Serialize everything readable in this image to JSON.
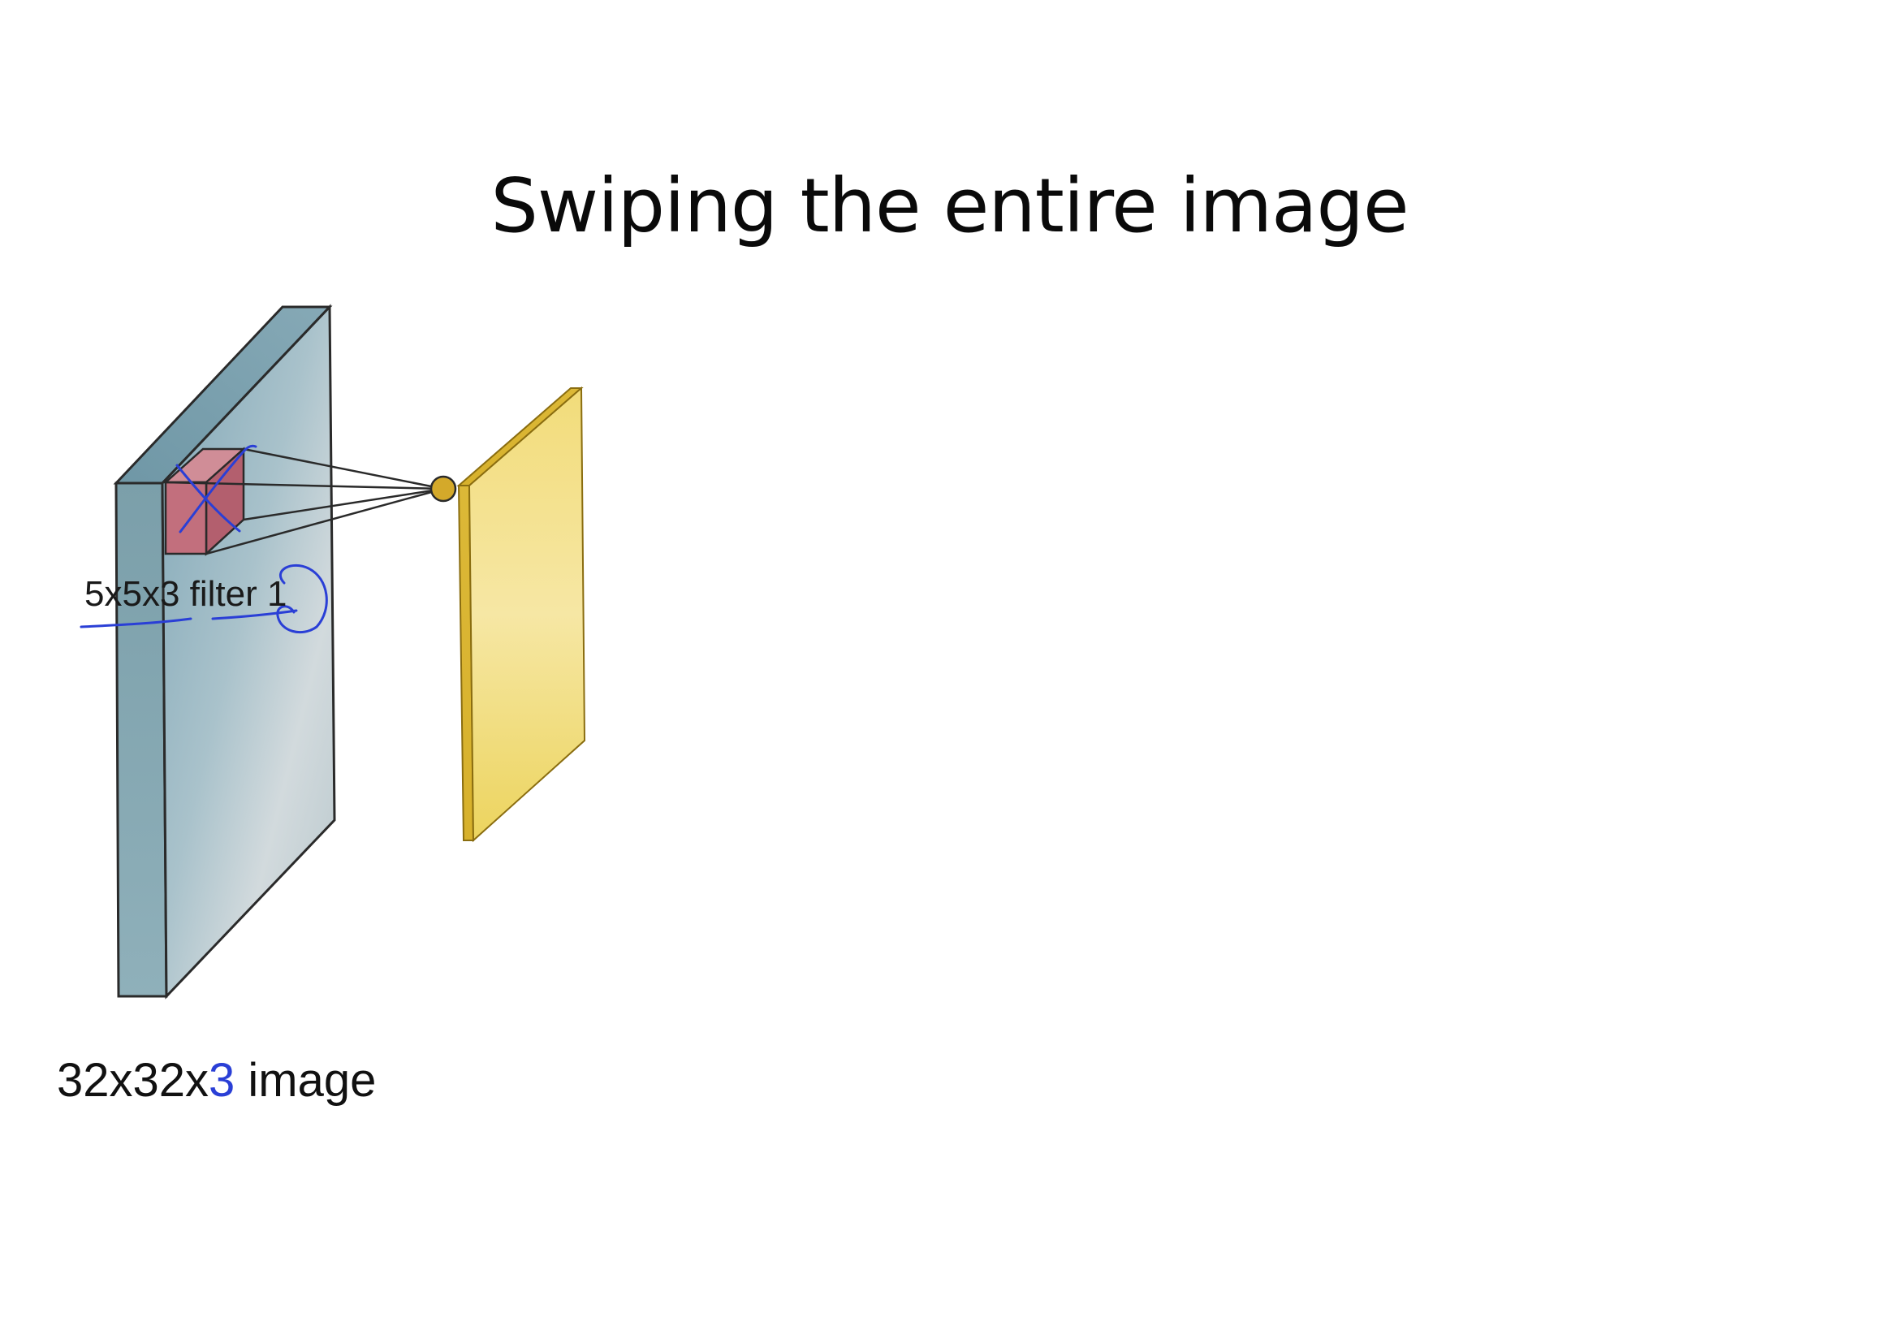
{
  "title": "Swiping the entire image",
  "filter_label": "5x5x3 filter 1",
  "image_caption": {
    "prefix": "32x32x",
    "highlight": "3",
    "suffix": " image"
  },
  "colors": {
    "input_volume": "#8fb2bf",
    "filter_cube": "#c26f7d",
    "activation_map": "#ecd365",
    "neuron": "#d4a92a",
    "annotation_ink": "#2a3fd6"
  }
}
